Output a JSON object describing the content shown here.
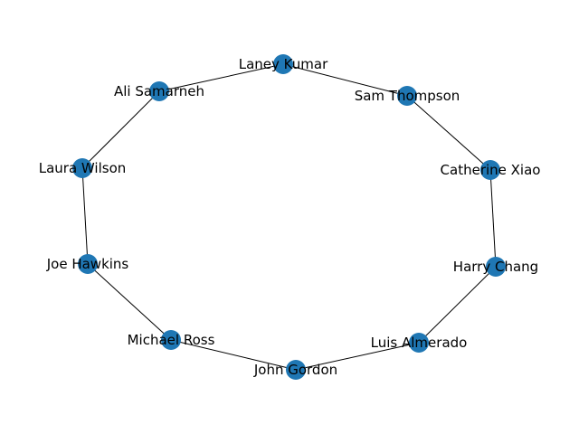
{
  "graph": {
    "node_color": "#1f77b4",
    "edge_color": "#000000",
    "nodes": [
      {
        "id": "laney-kumar",
        "label": "Laney Kumar"
      },
      {
        "id": "sam-thompson",
        "label": "Sam Thompson"
      },
      {
        "id": "catherine-xiao",
        "label": "Catherine Xiao"
      },
      {
        "id": "harry-chang",
        "label": "Harry Chang"
      },
      {
        "id": "luis-almerado",
        "label": "Luis Almerado"
      },
      {
        "id": "john-gordon",
        "label": "John Gordon"
      },
      {
        "id": "michael-ross",
        "label": "Michael Ross"
      },
      {
        "id": "joe-hawkins",
        "label": "Joe Hawkins"
      },
      {
        "id": "laura-wilson",
        "label": "Laura Wilson"
      },
      {
        "id": "ali-samarneh",
        "label": "Ali Samarneh"
      }
    ],
    "edges": [
      [
        "laney-kumar",
        "sam-thompson"
      ],
      [
        "sam-thompson",
        "catherine-xiao"
      ],
      [
        "catherine-xiao",
        "harry-chang"
      ],
      [
        "harry-chang",
        "luis-almerado"
      ],
      [
        "luis-almerado",
        "john-gordon"
      ],
      [
        "john-gordon",
        "michael-ross"
      ],
      [
        "michael-ross",
        "joe-hawkins"
      ],
      [
        "joe-hawkins",
        "laura-wilson"
      ],
      [
        "laura-wilson",
        "ali-samarneh"
      ],
      [
        "ali-samarneh",
        "laney-kumar"
      ]
    ]
  }
}
